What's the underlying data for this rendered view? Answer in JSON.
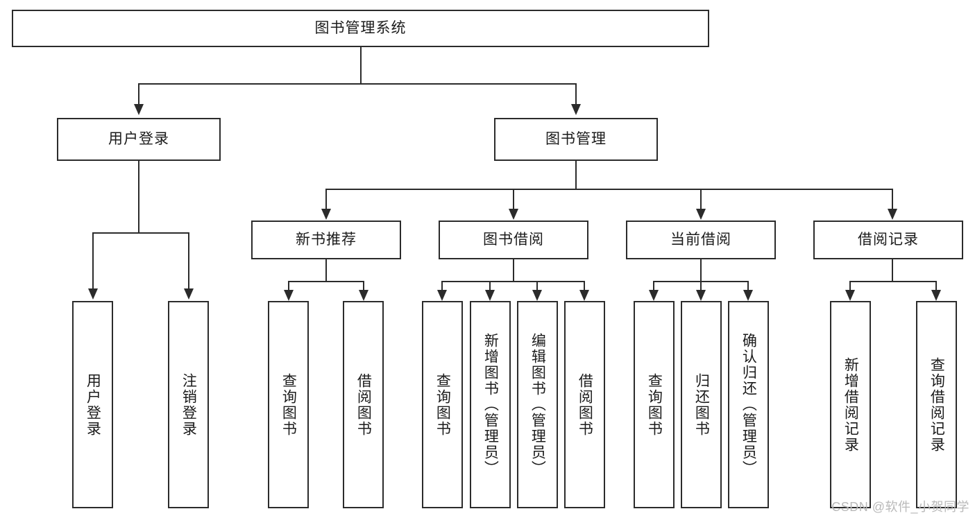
{
  "diagram": {
    "title_box": {
      "label": "图书管理系统"
    },
    "level2": [
      {
        "id": "user-login",
        "label": "用户登录"
      },
      {
        "id": "book-management",
        "label": "图书管理"
      }
    ],
    "level3": [
      {
        "id": "new-book-recommend",
        "label": "新书推荐"
      },
      {
        "id": "book-borrow",
        "label": "图书借阅"
      },
      {
        "id": "current-borrow",
        "label": "当前借阅"
      },
      {
        "id": "borrow-record",
        "label": "借阅记录"
      }
    ],
    "leaves": {
      "user_login": [
        {
          "id": "leaf-user-login",
          "label": "用户登录"
        },
        {
          "id": "leaf-logout-login",
          "label": "注销登录"
        }
      ],
      "new_book_recommend": [
        {
          "id": "leaf-query-book-1",
          "label": "查询图书"
        },
        {
          "id": "leaf-borrow-book-1",
          "label": "借阅图书"
        }
      ],
      "book_borrow": [
        {
          "id": "leaf-query-book-2",
          "label": "查询图书"
        },
        {
          "id": "leaf-add-book",
          "label": "新增图书（管理员）"
        },
        {
          "id": "leaf-edit-book",
          "label": "编辑图书（管理员）"
        },
        {
          "id": "leaf-borrow-book-2",
          "label": "借阅图书"
        }
      ],
      "current_borrow": [
        {
          "id": "leaf-query-book-3",
          "label": "查询图书"
        },
        {
          "id": "leaf-return-book",
          "label": "归还图书"
        },
        {
          "id": "leaf-confirm-return",
          "label": "确认归还（管理员）"
        }
      ],
      "borrow_record": [
        {
          "id": "leaf-add-record",
          "label": "新增借阅记录"
        },
        {
          "id": "leaf-query-record",
          "label": "查询借阅记录"
        }
      ]
    }
  },
  "watermark": {
    "text": "CSDN @软件_小贺同学"
  },
  "colors": {
    "stroke": "#2b2b2b",
    "background": "#ffffff",
    "watermark": "#b9b9b9"
  }
}
